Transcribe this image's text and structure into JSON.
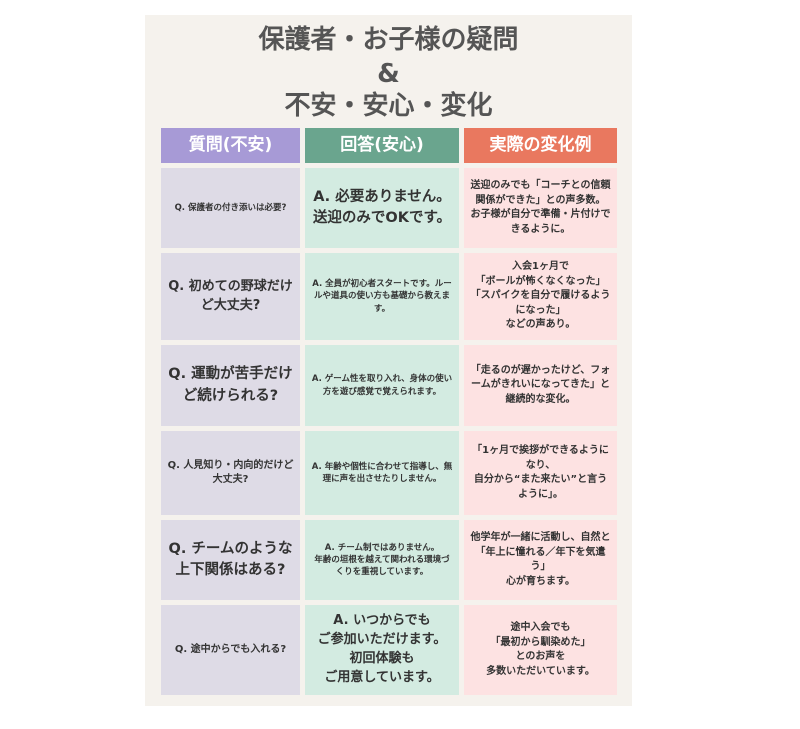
{
  "title": {
    "line1": "保護者・お子様の疑問",
    "line2": "&",
    "line3": "不安・安心・変化"
  },
  "headers": [
    "質問(不安)",
    "回答(安心)",
    "実際の変化例"
  ],
  "colors": {
    "header_question": "#a79ad6",
    "header_answer": "#6aa58e",
    "header_change": "#e9785f",
    "cell_question": "#dedbe6",
    "cell_answer": "#d3ebe1",
    "cell_change": "#fde2e2",
    "background": "#f5f2ed"
  },
  "rows": [
    {
      "q": "Q. 保護者の付き添いは必要?",
      "a": "A. 必要ありません。\n送迎のみでOKです。",
      "c": "送迎のみでも「コーチとの信頼関係ができた」との声多数。\nお子様が自分で準備・片付けできるように。"
    },
    {
      "q": "Q. 初めての野球だけど大丈夫?",
      "a": "A. 全員が初心者スタートです。ルールや道具の使い方も基礎から教えます。",
      "c": "入会1ヶ月で\n「ボールが怖くなくなった」\n「スパイクを自分で履けるようになった」\nなどの声あり。"
    },
    {
      "q": "Q. 運動が苦手だけど続けられる?",
      "a": "A. ゲーム性を取り入れ、身体の使い方を遊び感覚で覚えられます。",
      "c": "「走るのが遅かったけど、フォームがきれいになってきた」と継続的な変化。"
    },
    {
      "q": "Q. 人見知り・内向的だけど大丈夫?",
      "a": "A. 年齢や個性に合わせて指導し、無理に声を出させたりしません。",
      "c": "「1ヶ月で挨拶ができるようになり、\n自分から“また来たい”と言うように」。"
    },
    {
      "q": "Q. チームのような上下関係はある?",
      "a": "A. チーム制ではありません。\n年齢の垣根を越えて関われる環境づくりを重視しています。",
      "c": "他学年が一緒に活動し、自然と「年上に憧れる／年下を気遣う」\n心が育ちます。"
    },
    {
      "q": "Q. 途中からでも入れる?",
      "a": "A. いつからでも\nご参加いただけます。\n初回体験も\nご用意しています。",
      "c": "途中入会でも\n「最初から馴染めた」\nとのお声を\n多数いただいています。"
    }
  ]
}
